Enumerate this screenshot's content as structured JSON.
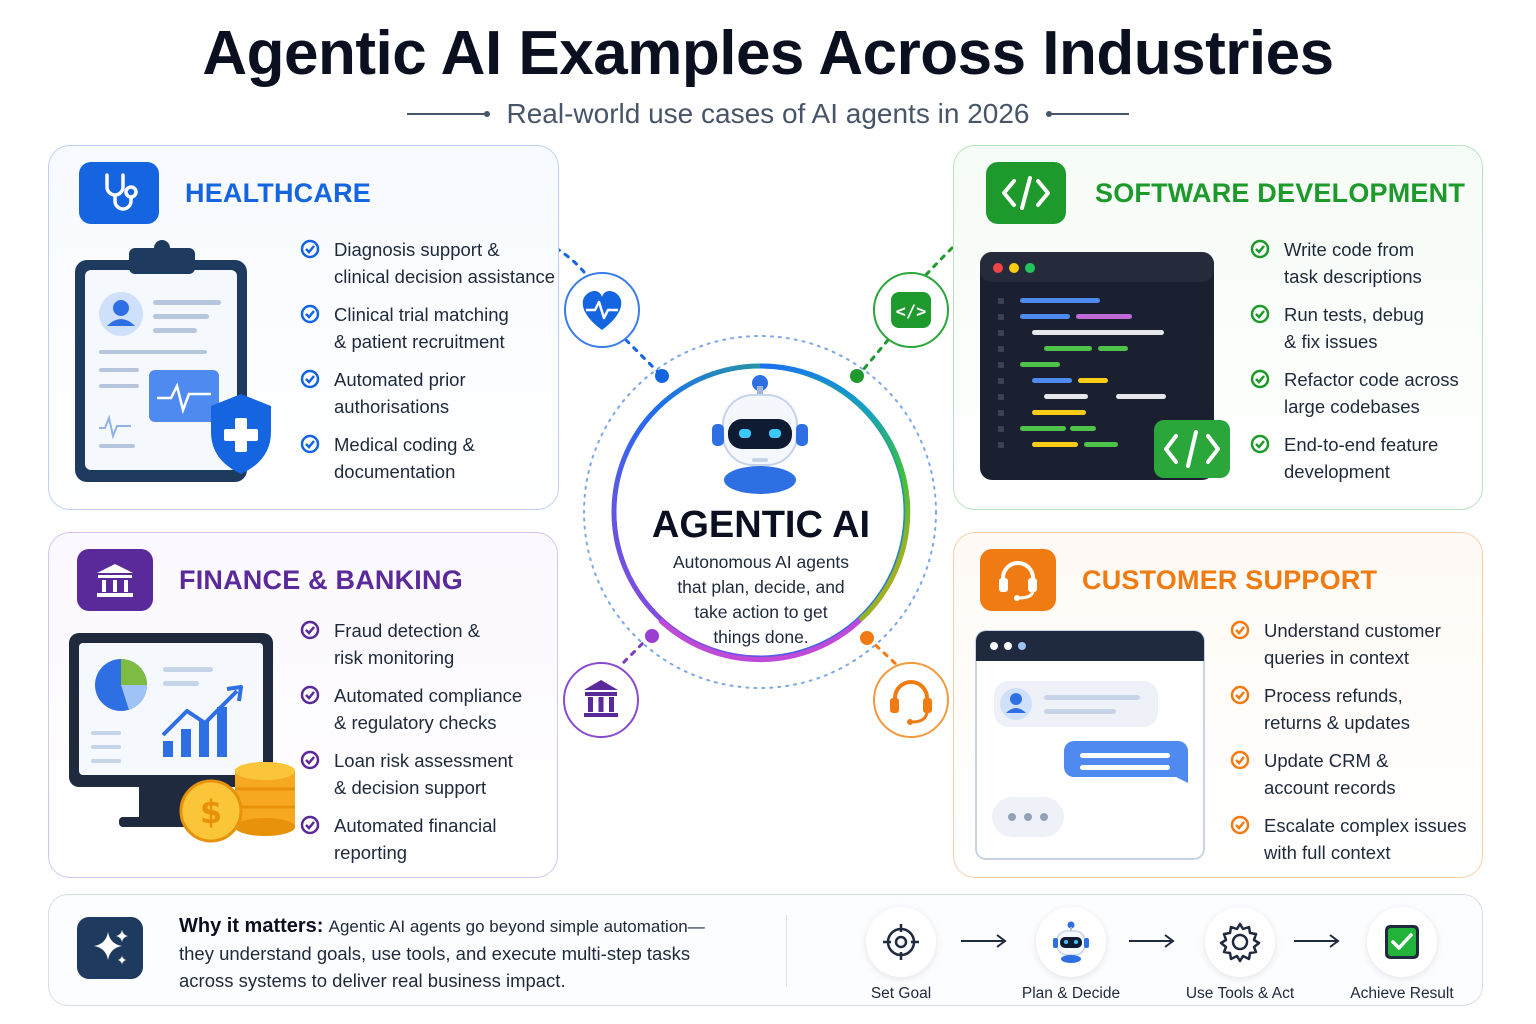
{
  "title": "Agentic AI Examples Across Industries",
  "subtitle": "Real-world use cases of AI agents in 2026",
  "colors": {
    "healthcare": "#1565e0",
    "software": "#1e9a2c",
    "finance": "#5b2a9a",
    "support": "#f07b12"
  },
  "center": {
    "title": "AGENTIC AI",
    "description_lines": [
      "Autonomous AI agents",
      "that plan, decide, and",
      "take action to get",
      "things done."
    ],
    "icon": "robot-icon"
  },
  "sections": {
    "healthcare": {
      "title": "HEALTHCARE",
      "icon": "stethoscope-icon",
      "items": [
        [
          "Diagnosis support &",
          "clinical decision assistance"
        ],
        [
          "Clinical trial matching",
          "& patient recruitment"
        ],
        [
          "Automated prior",
          "authorisations"
        ],
        [
          "Medical coding &",
          "documentation"
        ]
      ]
    },
    "software": {
      "title": "SOFTWARE DEVELOPMENT",
      "icon": "code-icon",
      "items": [
        [
          "Write code from",
          "task descriptions"
        ],
        [
          "Run tests, debug",
          "& fix issues"
        ],
        [
          "Refactor code across",
          "large codebases"
        ],
        [
          "End-to-end feature",
          "development"
        ]
      ]
    },
    "finance": {
      "title": "FINANCE & BANKING",
      "icon": "bank-icon",
      "items": [
        [
          "Fraud detection &",
          "risk monitoring"
        ],
        [
          "Automated compliance",
          "& regulatory checks"
        ],
        [
          "Loan risk assessment",
          "& decision support"
        ],
        [
          "Automated financial",
          "reporting"
        ]
      ]
    },
    "support": {
      "title": "CUSTOMER SUPPORT",
      "icon": "headset-icon",
      "items": [
        [
          "Understand customer",
          "queries in context"
        ],
        [
          "Process refunds,",
          "returns & updates"
        ],
        [
          "Update CRM &",
          "account records"
        ],
        [
          "Escalate complex issues",
          "with full context"
        ]
      ]
    }
  },
  "why": {
    "label": "Why it matters:",
    "lines": [
      "Agentic AI agents go beyond simple automation—",
      "they understand goals, use tools, and execute multi-step tasks",
      "across systems to deliver real business impact."
    ],
    "icon": "sparkle-icon"
  },
  "steps": [
    {
      "label": "Set Goal",
      "icon": "target-icon"
    },
    {
      "label": "Plan & Decide",
      "icon": "robot-icon"
    },
    {
      "label": "Use Tools & Act",
      "icon": "gear-icon"
    },
    {
      "label": "Achieve Result",
      "icon": "checkbox-icon"
    }
  ]
}
